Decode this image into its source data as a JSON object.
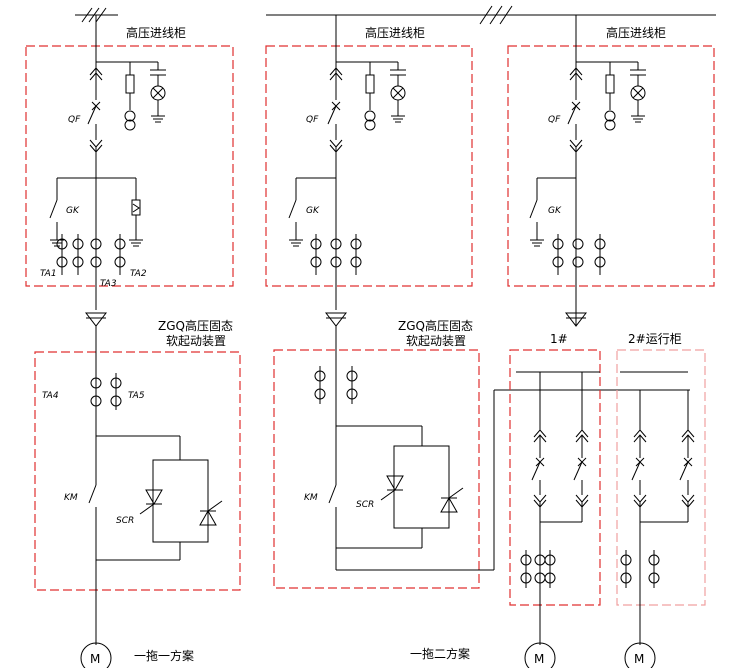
{
  "colors": {
    "line": "#000000",
    "panel_border": "#e03030",
    "panel_border_faint": "#f0a0a0"
  },
  "incoming_cabinets": [
    {
      "title": "高压进线柜",
      "breaker": "QF",
      "grounding_switch": "GK",
      "ct_left": "TA1",
      "ct_mid": "TA3",
      "ct_right": "TA2"
    },
    {
      "title": "高压进线柜",
      "breaker": "QF",
      "grounding_switch": "GK"
    },
    {
      "title": "高压进线柜",
      "breaker": "QF",
      "grounding_switch": "GK"
    }
  ],
  "soft_starters": [
    {
      "title_line1": "ZGQ高压固态",
      "title_line2": "软起动装置",
      "ct_left": "TA4",
      "ct_right": "TA5",
      "contactor": "KM",
      "thyristor": "SCR"
    },
    {
      "title_line1": "ZGQ高压固态",
      "title_line2": "软起动装置",
      "contactor": "KM",
      "thyristor": "SCR"
    }
  ],
  "run_cabinets": {
    "first": "1#",
    "second": "2#运行柜"
  },
  "motor_label": "M",
  "schemes": {
    "one_to_one": "一拖一方案",
    "one_to_two": "一拖二方案"
  }
}
